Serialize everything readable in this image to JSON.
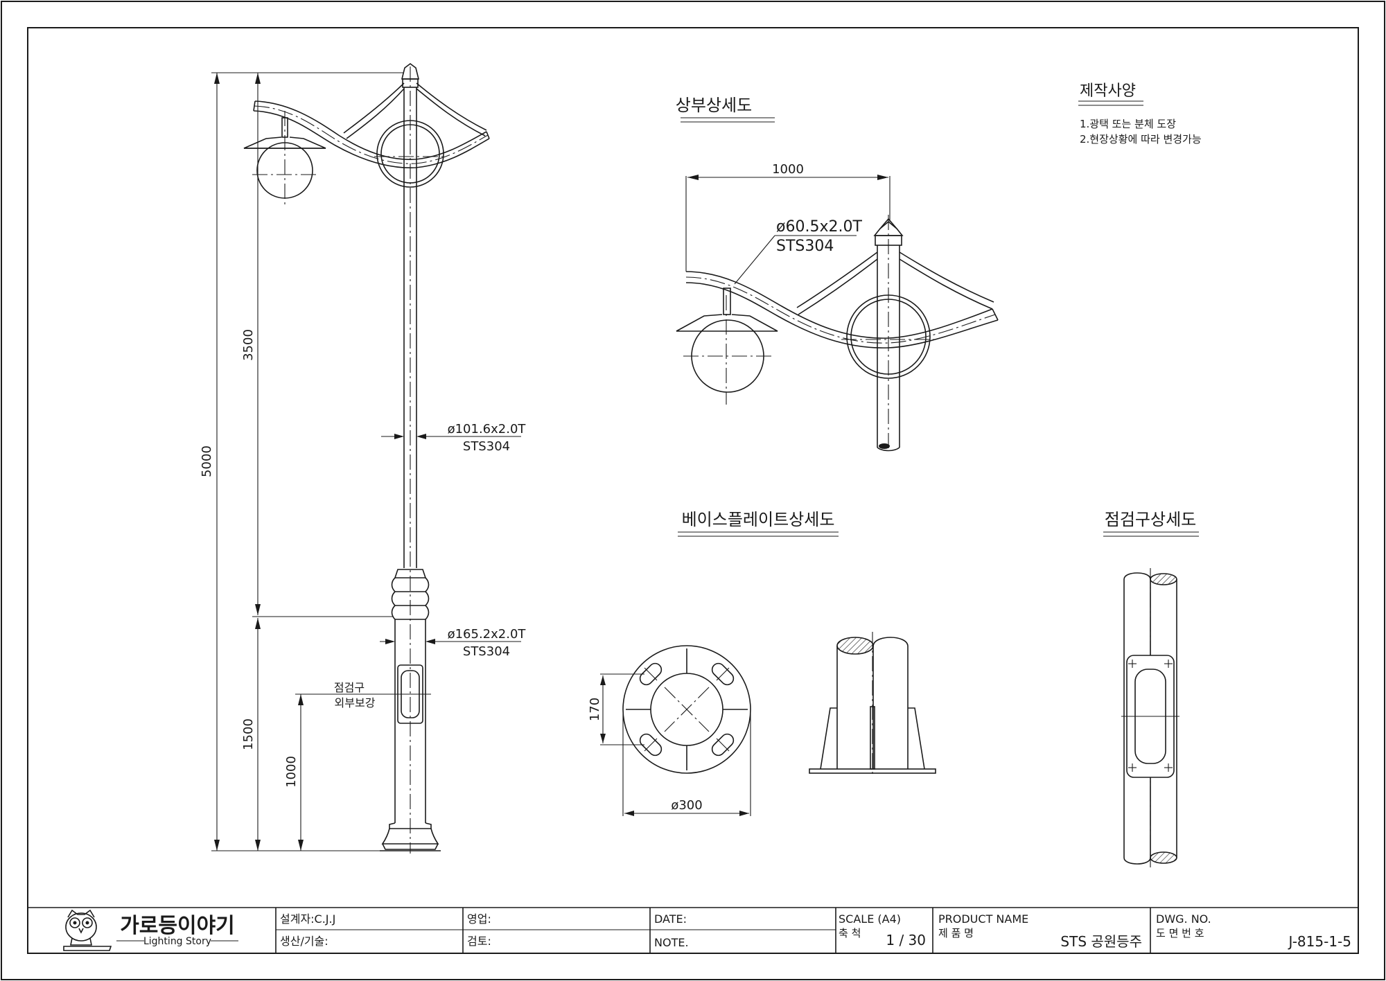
{
  "notes": {
    "title": "제작사양",
    "items": [
      "1.광택 또는 분체 도장",
      "2.현장상황에 따라 변경가능"
    ]
  },
  "main_view": {
    "dim_total": "5000",
    "dim_upper": "3500",
    "dim_lower": "1500",
    "dim_hatch_height": "1000",
    "upper_pipe_spec": "ø101.6x2.0T",
    "upper_pipe_material": "STS304",
    "lower_pipe_spec": "ø165.2x2.0T",
    "lower_pipe_material": "STS304",
    "hatch_label_1": "점검구",
    "hatch_label_2": "외부보강"
  },
  "top_detail": {
    "title": "상부상세도",
    "dim_width": "1000",
    "arm_spec": "ø60.5x2.0T",
    "arm_material": "STS304"
  },
  "base_detail": {
    "title": "베이스플레이트상세도",
    "dim_bolt": "170",
    "dim_diameter": "ø300"
  },
  "hatch_detail": {
    "title": "점검구상세도"
  },
  "title_block": {
    "logo_ko": "가로등이야기",
    "logo_en": "Lighting Story",
    "designer": "설계자:C.J.J",
    "production": "생산/기술:",
    "sales": "영업:",
    "review": "검토:",
    "date": "DATE:",
    "note": "NOTE.",
    "scale_label": "SCALE (A4)",
    "scale_ko": "축 척",
    "scale_value": "1 / 30",
    "product_label": "PRODUCT NAME",
    "product_ko": "제 품 명",
    "product_value": "STS 공원등주",
    "dwg_label": "DWG. NO.",
    "dwg_ko": "도 면 번 호",
    "dwg_value": "J-815-1-5"
  }
}
